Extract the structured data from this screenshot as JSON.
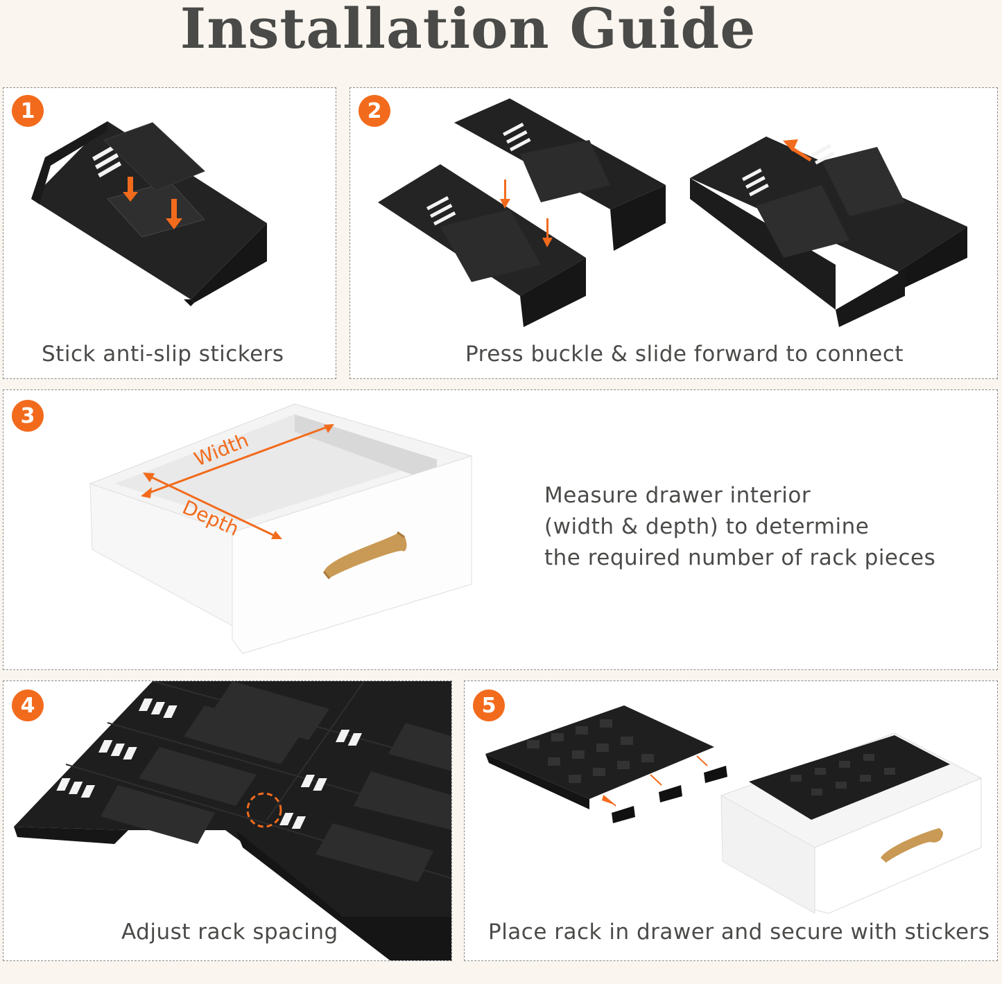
{
  "title": "Installation Guide",
  "colors": {
    "accent": "#f26b1d",
    "rack": "#1f1f1f",
    "pad": "#2b2b2b",
    "drawer": "#ffffff",
    "handle": "#c99a55"
  },
  "steps": [
    {
      "number": "1",
      "caption": "Stick anti-slip stickers"
    },
    {
      "number": "2",
      "caption": "Press buckle & slide forward to connect"
    },
    {
      "number": "3",
      "lines": [
        "Measure drawer interior",
        "(width & depth) to determine",
        "the required number of rack pieces"
      ],
      "width_label": "Width",
      "depth_label": "Depth"
    },
    {
      "number": "4",
      "caption": "Adjust rack spacing"
    },
    {
      "number": "5",
      "caption": "Place rack in drawer and secure with stickers"
    }
  ]
}
